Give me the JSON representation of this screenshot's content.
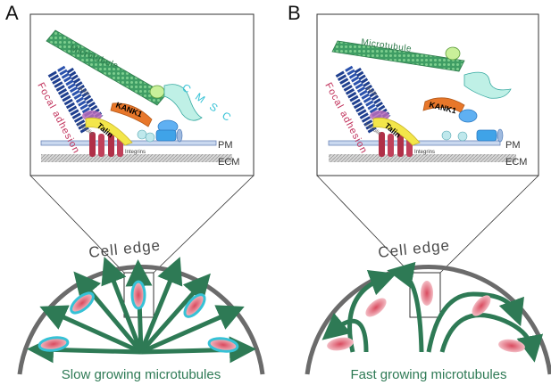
{
  "panels": [
    {
      "letter": "A",
      "inset": {
        "microtubule": "Microtubule",
        "cmsc": "C M S C",
        "focal_adhesion": "Focal adhesion",
        "actin": "Actin",
        "vinculin": "Vinculin",
        "talin": "Talin",
        "kank1": "KANK1",
        "integrins": "Integrins",
        "pm": "PM",
        "ecm": "ECM"
      },
      "cell_edge": "Cell edge",
      "caption": "Slow growing microtubules"
    },
    {
      "letter": "B",
      "inset": {
        "microtubule": "Microtubule",
        "focal_adhesion": "Focal adhesion",
        "actin": "Actin",
        "vinculin": "Vinculin",
        "talin": "Talin",
        "kank1": "KANK1",
        "integrins": "Integrins",
        "pm": "PM",
        "ecm": "ECM"
      },
      "cell_edge": "Cell edge",
      "caption": "Fast growing microtubules"
    }
  ],
  "colors": {
    "microtubule_green": "#3a8a5a",
    "arrow_green": "#2e7a55",
    "cmsc_cyan": "#36c2d6",
    "focal_adhesion_red": "#c0305a",
    "adhesion_pink": "#e06a7a",
    "edge_gray": "#6b6b6b",
    "actin_blue": "#1f3f8f",
    "talin_yellow": "#f3e64a",
    "kank_orange": "#e8772a",
    "integrin_red": "#b03048"
  }
}
